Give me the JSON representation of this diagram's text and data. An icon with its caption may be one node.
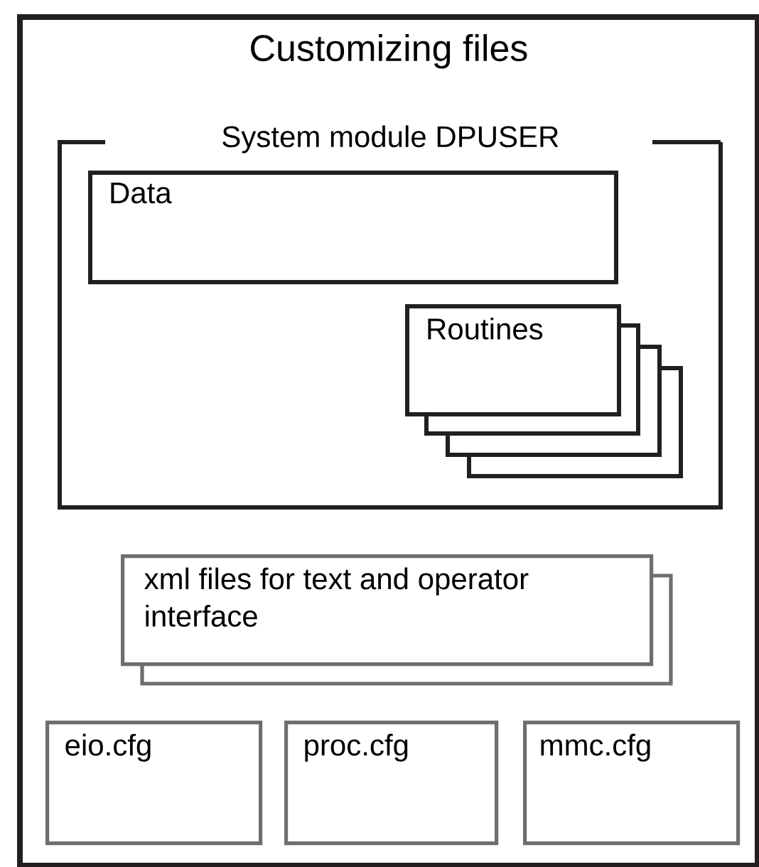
{
  "diagram": {
    "nodes": [
      {
        "text": [
          "Customizing files"
        ]
      },
      {
        "text": [
          "System module DPUSER"
        ],
        "in": 0
      },
      {
        "text": [
          "Data"
        ],
        "in": 1
      },
      {
        "text": [
          "Routines"
        ],
        "in": 1
      },
      {
        "text": [
          "xml files for text and operator interface"
        ],
        "in": 0
      },
      {
        "text": [
          "eio.cfg"
        ],
        "in": 0
      },
      {
        "text": [
          "proc.cfg"
        ],
        "in": 0
      },
      {
        "text": [
          "mmc.cfg"
        ],
        "in": 0
      }
    ]
  }
}
